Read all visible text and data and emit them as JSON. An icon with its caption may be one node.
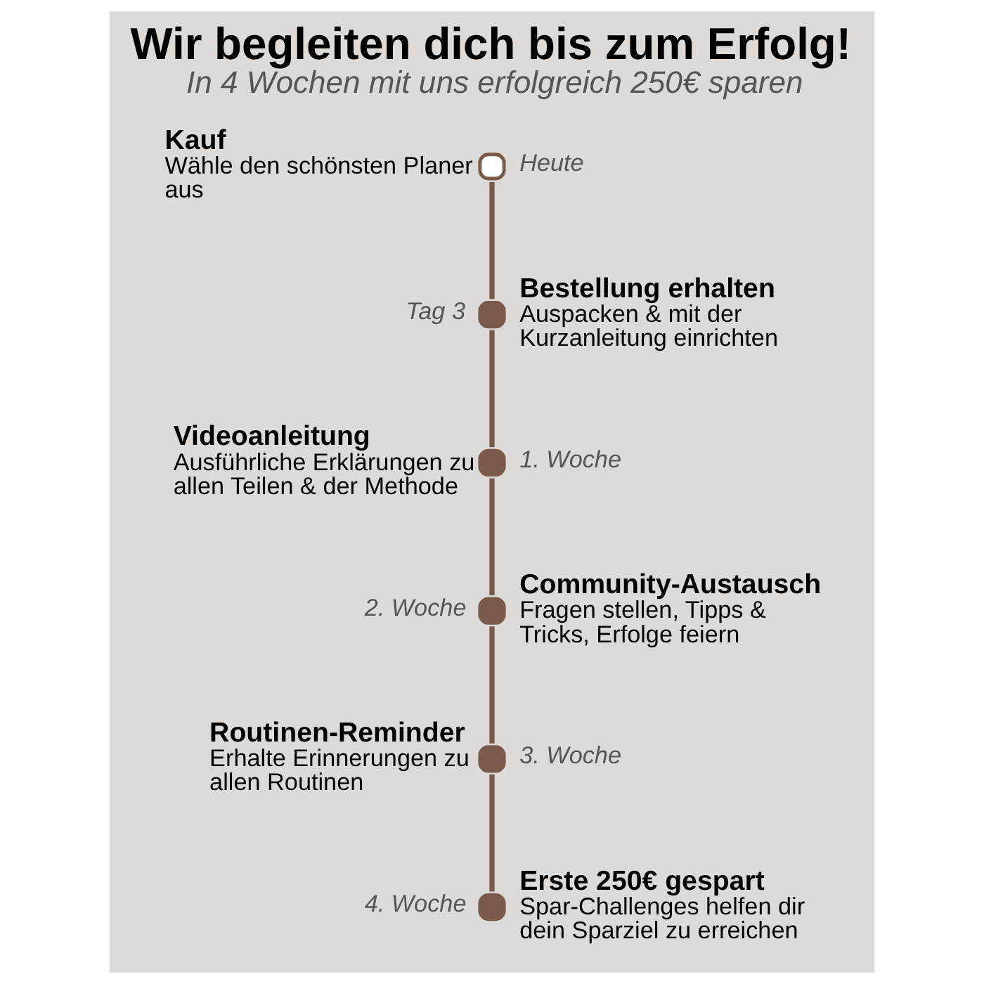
{
  "diagram": {
    "title": "Wir begleiten dich bis zum Erfolg!",
    "caption": "In 4 Wochen mit uns erfolgreich 250€ sparen",
    "nodes": [
      {
        "text": [
          "Kauf",
          "Wähle den schönsten Planer aus"
        ],
        "beside": [
          "Heute"
        ]
      },
      {
        "text": [
          "Bestellung erhalten",
          "Auspacken & mit der Kurzanleitung einrichten"
        ],
        "beside": [
          "Tag 3"
        ]
      },
      {
        "text": [
          "Videoanleitung",
          "Ausführliche Erklärungen zu allen Teilen & der Methode"
        ],
        "beside": [
          "1. Woche"
        ]
      },
      {
        "text": [
          "Community-Austausch",
          "Fragen stellen, Tipps & Tricks, Erfolge feiern"
        ],
        "beside": [
          "2. Woche"
        ]
      },
      {
        "text": [
          "Routinen-Reminder",
          "Erhalte Erinnerungen zu allen Routinen"
        ],
        "beside": [
          "3. Woche"
        ]
      },
      {
        "text": [
          "Erste 250€ gespart",
          "Spar-Challenges helfen dir dein Sparziel zu erreichen"
        ],
        "beside": [
          "4. Woche"
        ]
      }
    ],
    "edges": [
      {
        "from": 0,
        "to": 1,
        "arrow": "none"
      },
      {
        "from": 1,
        "to": 2,
        "arrow": "none"
      },
      {
        "from": 2,
        "to": 3,
        "arrow": "none"
      },
      {
        "from": 3,
        "to": 4,
        "arrow": "none"
      },
      {
        "from": 4,
        "to": 5,
        "arrow": "none"
      }
    ]
  }
}
